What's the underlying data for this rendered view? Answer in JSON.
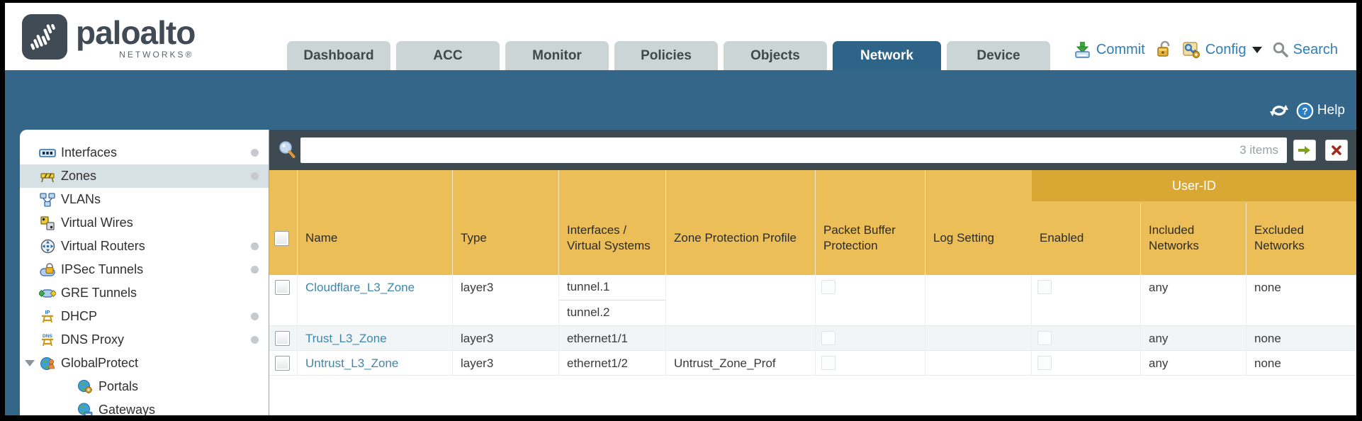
{
  "brand": {
    "wordmark": "paloalto",
    "subtitle": "NETWORKS®"
  },
  "nav": {
    "tabs": [
      {
        "label": "Dashboard",
        "active": false
      },
      {
        "label": "ACC",
        "active": false
      },
      {
        "label": "Monitor",
        "active": false
      },
      {
        "label": "Policies",
        "active": false
      },
      {
        "label": "Objects",
        "active": false
      },
      {
        "label": "Network",
        "active": true
      },
      {
        "label": "Device",
        "active": false
      }
    ]
  },
  "toolbar": {
    "commit": "Commit",
    "config": "Config",
    "search": "Search"
  },
  "banner": {
    "help": "Help"
  },
  "sidebar": {
    "items": [
      {
        "label": "Interfaces",
        "dot": true
      },
      {
        "label": "Zones",
        "dot": true,
        "selected": true
      },
      {
        "label": "VLANs",
        "dot": false
      },
      {
        "label": "Virtual Wires",
        "dot": false
      },
      {
        "label": "Virtual Routers",
        "dot": true
      },
      {
        "label": "IPSec Tunnels",
        "dot": true
      },
      {
        "label": "GRE Tunnels",
        "dot": false
      },
      {
        "label": "DHCP",
        "dot": true
      },
      {
        "label": "DNS Proxy",
        "dot": true
      },
      {
        "label": "GlobalProtect",
        "expanded": true
      },
      {
        "label": "Portals",
        "indent": 1
      },
      {
        "label": "Gateways",
        "indent": 1
      }
    ]
  },
  "filter": {
    "query": "",
    "count": "3 items"
  },
  "table": {
    "columns": [
      {
        "label": "Name"
      },
      {
        "label": "Type"
      },
      {
        "label": "Interfaces / Virtual Systems"
      },
      {
        "label": "Zone Protection Profile"
      },
      {
        "label": "Packet Buffer Protection"
      },
      {
        "label": "Log Setting"
      }
    ],
    "user_id_group": {
      "label": "User-ID",
      "columns": [
        {
          "label": "Enabled"
        },
        {
          "label": "Included Networks"
        },
        {
          "label": "Excluded Networks"
        }
      ]
    },
    "rows": [
      {
        "name": "Cloudflare_L3_Zone",
        "type": "layer3",
        "interfaces": [
          "tunnel.1",
          "tunnel.2"
        ],
        "zone_protection_profile": "",
        "packet_buffer_protection_checked": false,
        "log_setting": "",
        "user_id_enabled_checked": false,
        "included_networks": "any",
        "excluded_networks": "none"
      },
      {
        "name": "Trust_L3_Zone",
        "type": "layer3",
        "interfaces": [
          "ethernet1/1"
        ],
        "zone_protection_profile": "",
        "packet_buffer_protection_checked": false,
        "log_setting": "",
        "user_id_enabled_checked": false,
        "included_networks": "any",
        "excluded_networks": "none"
      },
      {
        "name": "Untrust_L3_Zone",
        "type": "layer3",
        "interfaces": [
          "ethernet1/2"
        ],
        "zone_protection_profile": "Untrust_Zone_Prof",
        "packet_buffer_protection_checked": false,
        "log_setting": "",
        "user_id_enabled_checked": false,
        "included_networks": "any",
        "excluded_networks": "none"
      }
    ]
  },
  "colors": {
    "banner_blue": "#336689",
    "filter_bar": "#3E4A52",
    "header_amber": "#ECBE58",
    "user_id_amber": "#D9A733",
    "link_blue": "#3F86AD",
    "tab_inactive": "#CCD5D5",
    "selected_item_bg": "#D6E0E5"
  }
}
